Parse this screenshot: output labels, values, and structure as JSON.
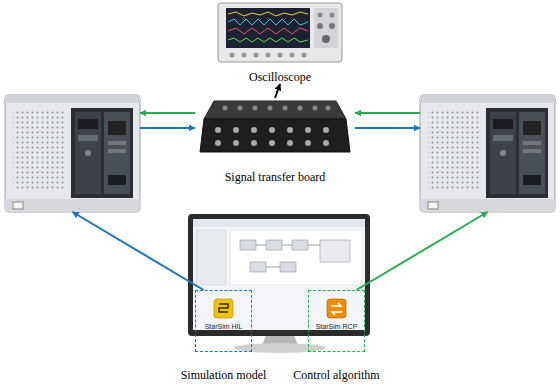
{
  "diagram": {
    "nodes": [
      {
        "text": [
          "Oscilloscope"
        ]
      },
      {
        "text": []
      },
      {
        "text": [
          "Signal transfer board"
        ]
      },
      {
        "text": []
      },
      {
        "text": [
          "StarSim HIL",
          "Simulation model"
        ]
      },
      {
        "text": [
          "StarSim RCP",
          "Control algorithm"
        ]
      }
    ],
    "edges": [
      {
        "from": 2,
        "to": 0,
        "arrow": "to"
      },
      {
        "from": 3,
        "to": 2,
        "arrow": "to"
      },
      {
        "from": 2,
        "to": 1,
        "arrow": "to"
      },
      {
        "from": 1,
        "to": 2,
        "arrow": "to"
      },
      {
        "from": 2,
        "to": 3,
        "arrow": "to"
      },
      {
        "from": 4,
        "to": 1,
        "arrow": "to"
      },
      {
        "from": 5,
        "to": 3,
        "arrow": "to"
      }
    ]
  }
}
